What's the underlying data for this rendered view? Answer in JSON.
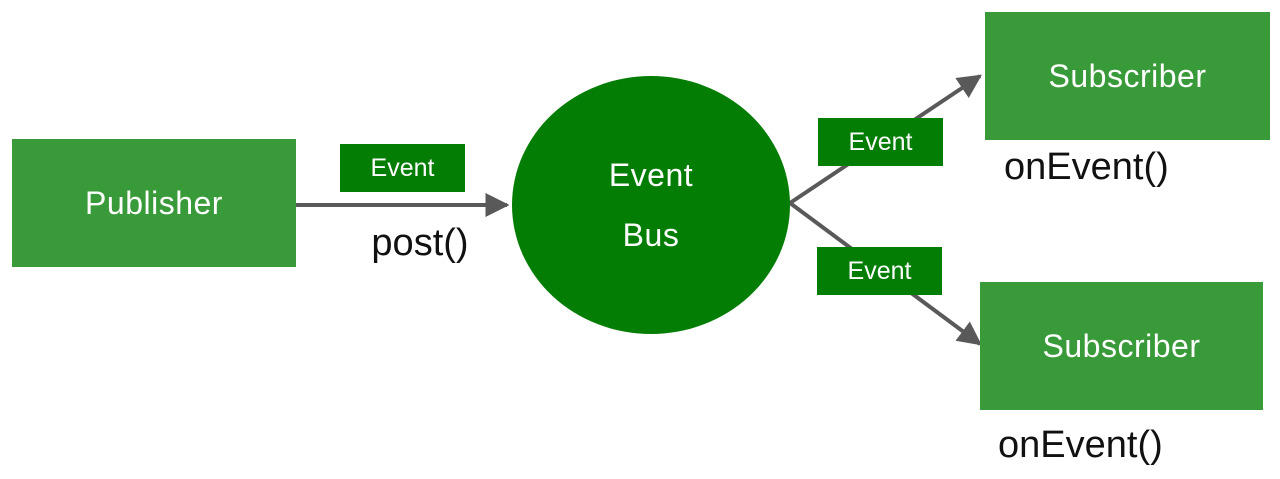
{
  "diagram": {
    "nodes": {
      "publisher": {
        "label": "Publisher"
      },
      "event_bus": {
        "lines": [
          "Event",
          "Bus"
        ]
      },
      "subscriber_top": {
        "label": "Subscriber"
      },
      "subscriber_bottom": {
        "label": "Subscriber"
      }
    },
    "edges": {
      "publisher_to_bus": {
        "badge": "Event",
        "caption": "post()"
      },
      "bus_to_subscriber_top": {
        "badge": "Event"
      },
      "bus_to_subscriber_bottom": {
        "badge": "Event"
      }
    },
    "methods": {
      "subscriber_top": "onEvent()",
      "subscriber_bottom": "onEvent()"
    },
    "colors": {
      "light_green": "#399A39",
      "dark_green": "#047D04",
      "arrow_gray": "#595959",
      "text_white": "#ffffff",
      "text_black": "#111111",
      "background": "#ffffff"
    }
  }
}
